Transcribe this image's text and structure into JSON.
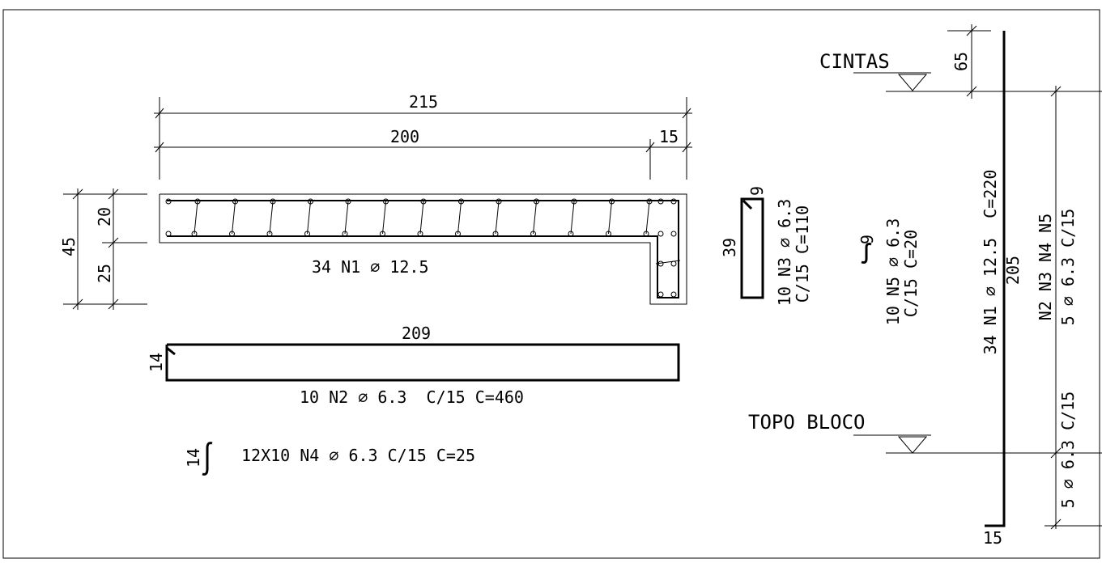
{
  "elevation": {
    "dim_total": "215",
    "dim_main": "200",
    "dim_end": "15",
    "dim_height_total": "45",
    "dim_height_top": "20",
    "dim_height_bottom": "25",
    "bar_label": "34 N1 ⌀ 12.5"
  },
  "bar_n2": {
    "length": "209",
    "hook": "14",
    "label": "10 N2 ⌀ 6.3  C/15 C=460"
  },
  "bar_n4": {
    "hook": "14",
    "label": "12X10 N4 ⌀ 6.3 C/15 C=25"
  },
  "stirrup_n3": {
    "height": "39",
    "hook": "9",
    "label_1": "10 N3 ⌀ 6.3",
    "label_2": "C/15 C=110"
  },
  "bar_n5": {
    "hook": "9",
    "label_1": "10 N5 ⌀ 6.3",
    "label_2": "C/15 C=20"
  },
  "section": {
    "level_top": "CINTAS",
    "level_bottom": "TOPO BLOCO",
    "dim_top": "65",
    "dim_middle": "205",
    "dim_bottom": "15",
    "vertical_label": "34 N1 ⌀ 12.5  C=220",
    "stirrups_label_1": "N2 N3 N4 N5",
    "stirrups_label_2": "5 ⌀ 6.3 C/15",
    "stirrups_label_3": "5 ⌀ 6.3 C/15"
  }
}
